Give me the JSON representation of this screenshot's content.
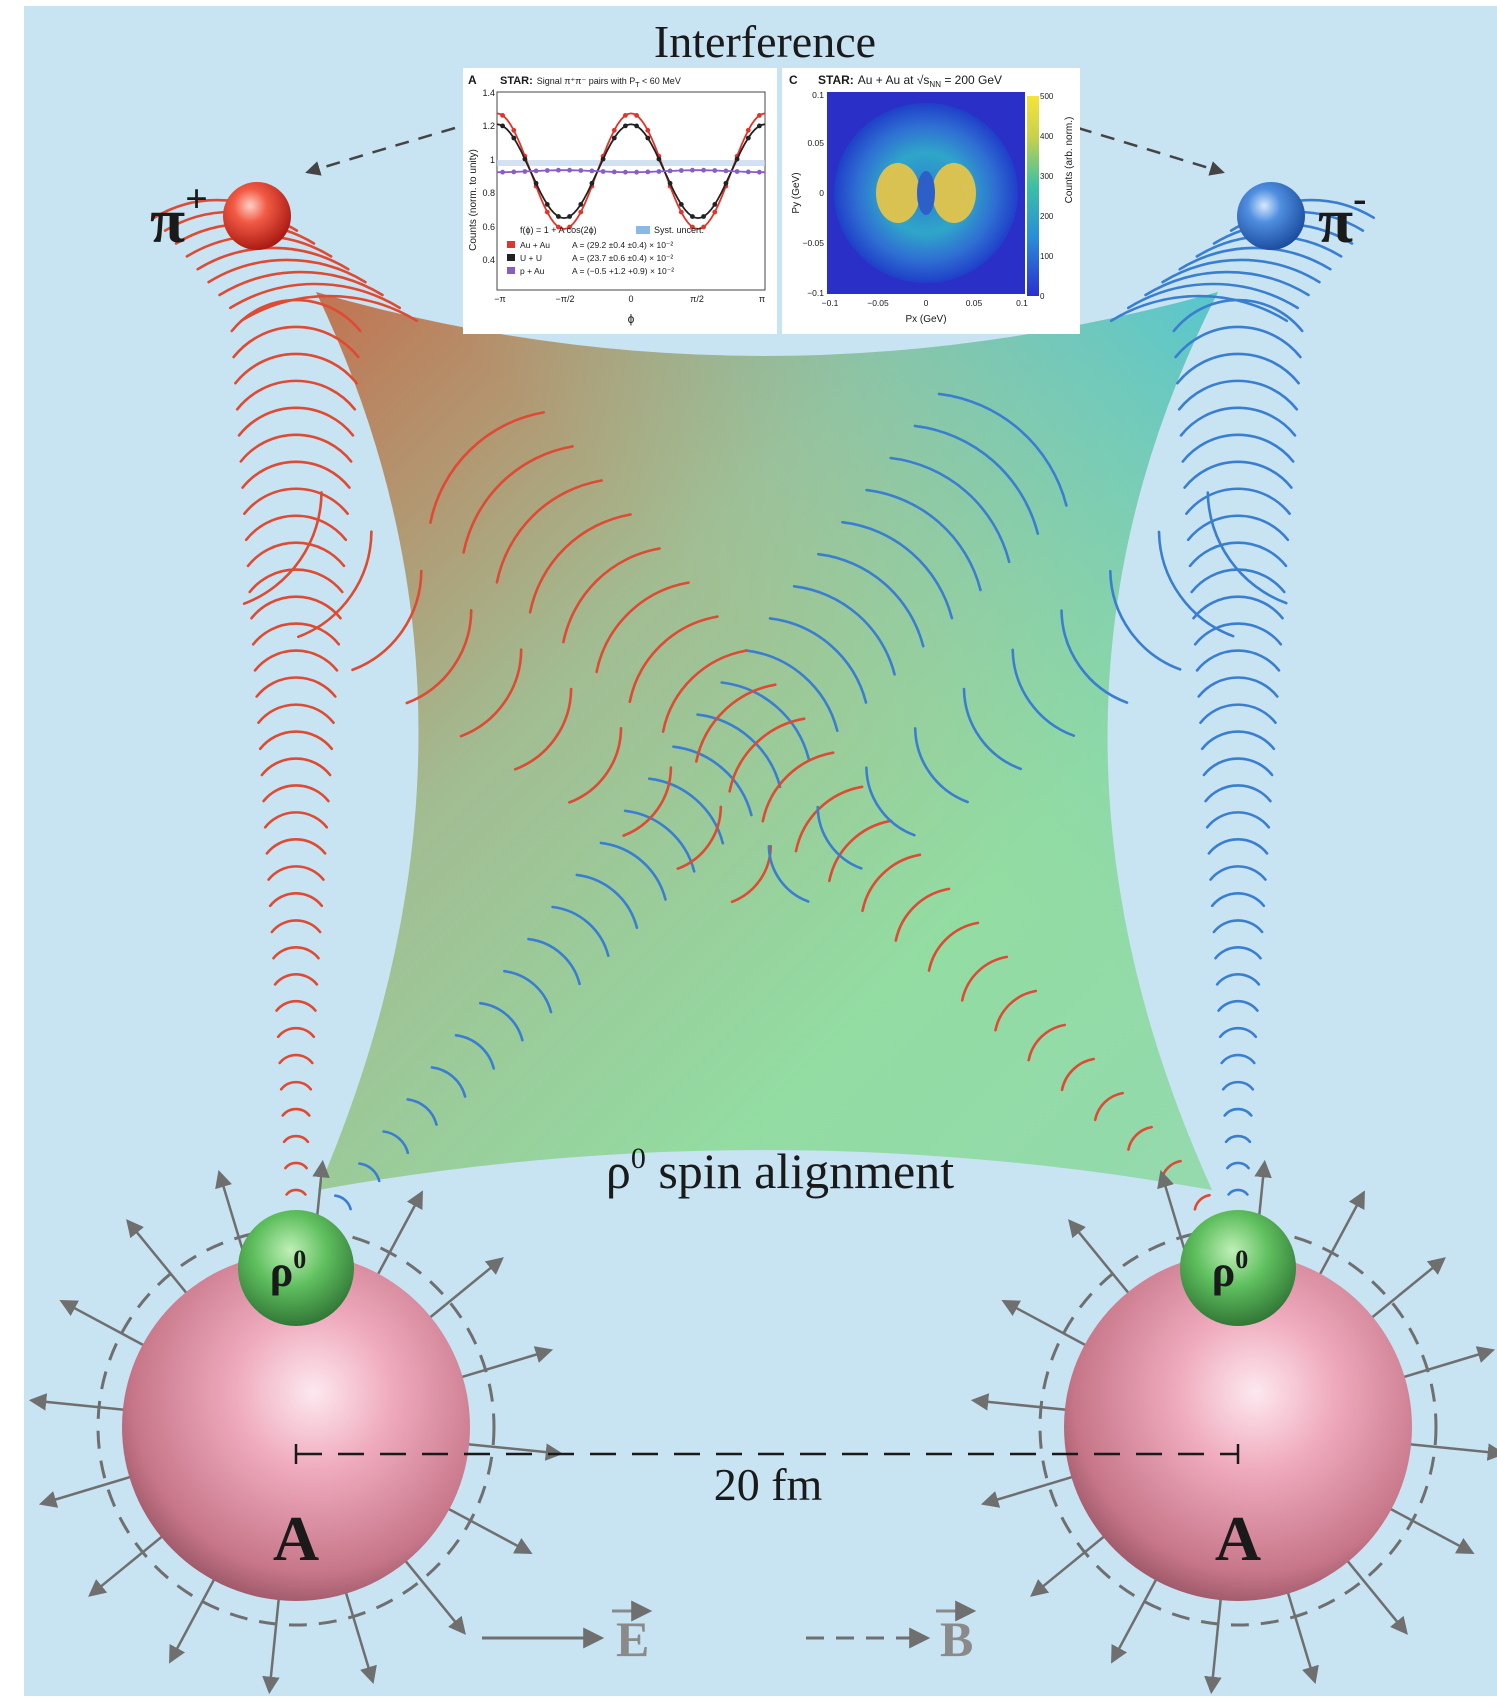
{
  "title": "Interference",
  "spin_label_rho": "ρ",
  "spin_label_sup": "0",
  "spin_label_rest": " spin alignment",
  "distance_label": "20 fm",
  "nucleus_label": "A",
  "rho_label": "ρ",
  "rho_sup": "0",
  "pi_label": "π",
  "pi_plus_sup": "+",
  "pi_minus_sup": "-",
  "legend_e": "E",
  "legend_b": "B",
  "colors": {
    "background": "#c8e3f2",
    "pi_plus": "#e0352a",
    "pi_minus": "#2f78c9",
    "wave_red": "#de4a32",
    "wave_blue": "#3a7fcf",
    "nucleus": "#e9a2b3",
    "rho": "#4aa14c",
    "field": "#6f6f6f"
  },
  "inset_a": {
    "panel": "A",
    "header_bold": "STAR:",
    "header_rest": "Signal π⁺π⁻ pairs with P",
    "header_sub": "T",
    "header_end": " < 60 MeV",
    "y_title": "Counts (norm. to unity)",
    "y_ticks": [
      "1.4",
      "1.2",
      "1",
      "0.8",
      "0.6",
      "0.4"
    ],
    "x_ticks": [
      "−π",
      "−π/2",
      "0",
      "π/2",
      "π"
    ],
    "x_title": "ϕ",
    "fit": "f(ϕ) = 1 + A cos(2ϕ)",
    "syst": "Syst. uncert.",
    "rows": [
      {
        "label": "Au + Au",
        "value": "A = (29.2 ±0.4 ±0.4) × 10⁻²",
        "color": "#e0352a"
      },
      {
        "label": "U + U",
        "value": "A = (23.7 ±0.6 ±0.4) × 10⁻²",
        "color": "#222222"
      },
      {
        "label": "p + Au",
        "value": "A = (−0.5 +1.2 +0.9) × 10⁻²",
        "color": "#8a5cc8"
      }
    ]
  },
  "inset_c": {
    "panel": "C",
    "header_bold": "STAR:",
    "header_rest": "Au + Au at √s",
    "header_sub": "NN",
    "header_end": " = 200 GeV",
    "y_title": "Py (GeV)",
    "x_title": "Px (GeV)",
    "y_ticks": [
      "0.1",
      "0.05",
      "0",
      "−0.05",
      "−0.1"
    ],
    "x_ticks": [
      "−0.1",
      "−0.05",
      "0",
      "0.05",
      "0.1"
    ],
    "cbar_ticks": [
      "500",
      "400",
      "300",
      "200",
      "100",
      "0"
    ],
    "cbar_title": "Counts (arb. norm.)"
  }
}
